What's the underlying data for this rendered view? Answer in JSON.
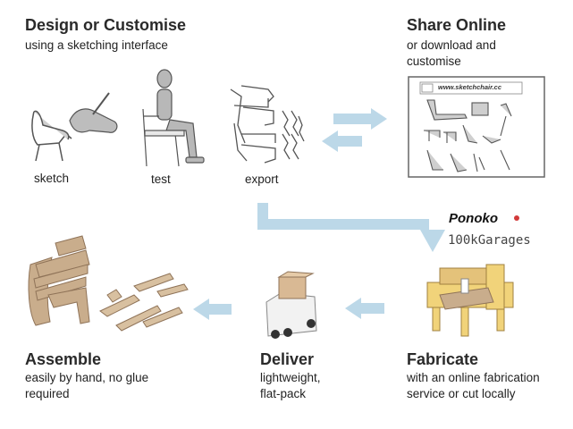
{
  "design": {
    "title": "Design or Customise",
    "subtitle": "using a sketching interface",
    "steps": [
      "sketch",
      "test",
      "export"
    ]
  },
  "share": {
    "title": "Share Online",
    "subtitle_line1": "or download and",
    "subtitle_line2": "customise",
    "website_url": "www.sketchchair.cc"
  },
  "partners": {
    "ponoko": "Ponoko",
    "garages": "100kGarages"
  },
  "fabricate": {
    "title": "Fabricate",
    "subtitle_line1": "with an online fabrication",
    "subtitle_line2": "service or cut locally"
  },
  "deliver": {
    "title": "Deliver",
    "subtitle_line1": "lightweight,",
    "subtitle_line2": "flat-pack"
  },
  "assemble": {
    "title": "Assemble",
    "subtitle_line1": "easily by hand, no glue",
    "subtitle_line2": "required"
  },
  "colors": {
    "arrow": "#bcd8e8",
    "wood": "#c9ad8c",
    "wood_dark": "#8f7358",
    "line": "#555555"
  }
}
